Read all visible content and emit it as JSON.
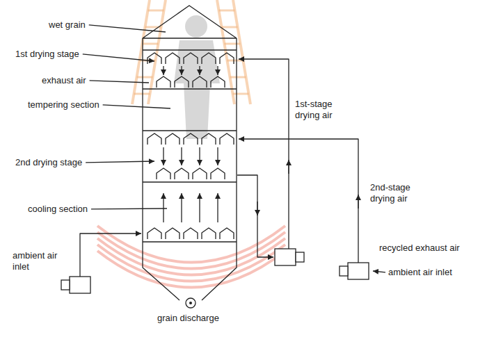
{
  "diagram": {
    "labels": [
      "wet grain",
      "1st drying stage",
      "exhaust air",
      "tempering section",
      "1st-stage drying air",
      "2nd drying stage",
      "cooling section",
      "2nd-stage drying air",
      "recycled exhaust air",
      "ambient air inlet",
      "ambient air inlet",
      "grain discharge"
    ]
  }
}
